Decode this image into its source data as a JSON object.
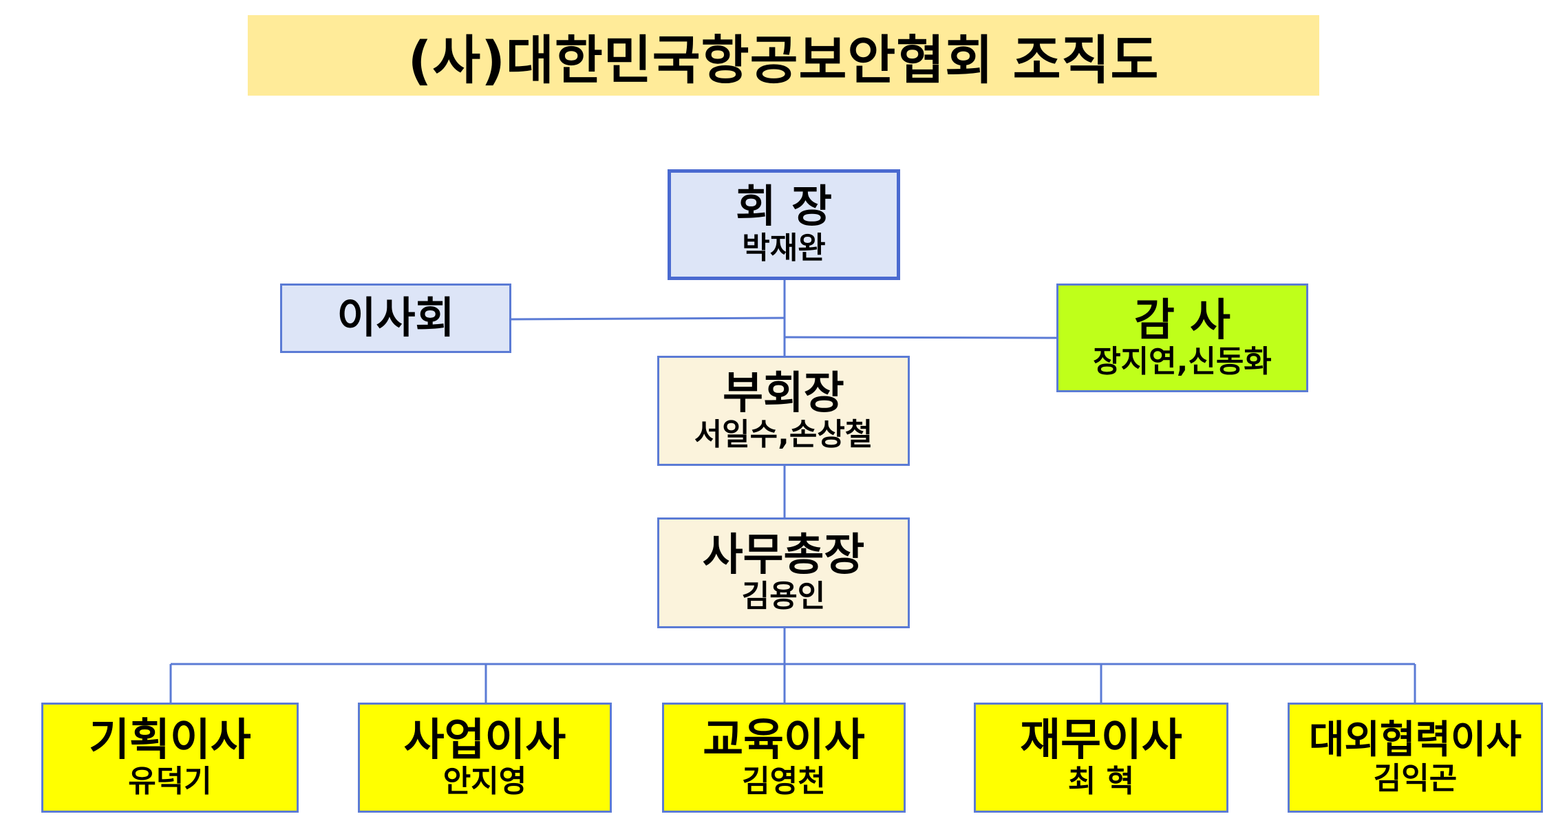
{
  "title": "(사)대한민국항공보안협회 조직도",
  "colors": {
    "title_bg": "#ffeb99",
    "line": "#5b7bd5",
    "president_bg": "#dde5f7",
    "board_bg": "#dde5f7",
    "vice_bg": "#fbf3dc",
    "auditor_bg": "#bfff1a",
    "director_bg": "#ffff00"
  },
  "president": {
    "role": "회 장",
    "name": "박재완"
  },
  "board": {
    "role": "이사회"
  },
  "auditor": {
    "role": "감 사",
    "name": "장지연,신동화"
  },
  "vice_president": {
    "role": "부회장",
    "name": "서일수,손상철"
  },
  "secretary_general": {
    "role": "사무총장",
    "name": "김용인"
  },
  "directors": [
    {
      "role": "기획이사",
      "name": "유덕기"
    },
    {
      "role": "사업이사",
      "name": "안지영"
    },
    {
      "role": "교육이사",
      "name": "김영천"
    },
    {
      "role": "재무이사",
      "name": "최 혁"
    },
    {
      "role": "대외협력이사",
      "name": "김익곤"
    }
  ]
}
